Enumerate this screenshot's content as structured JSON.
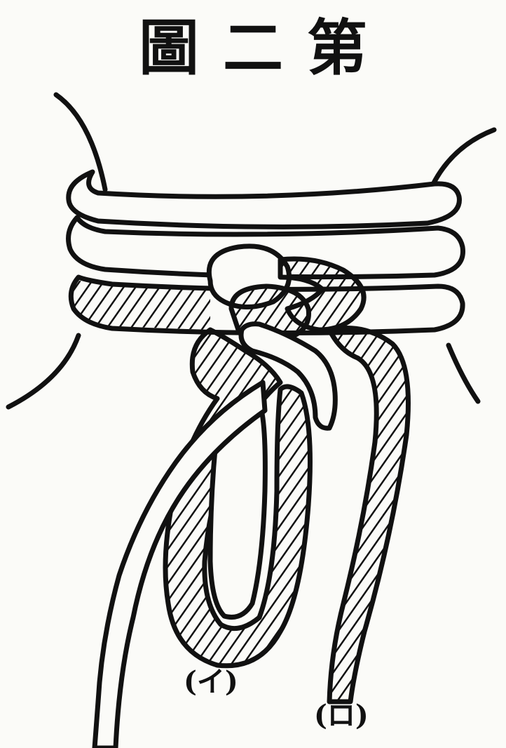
{
  "title": {
    "char_1": "圖",
    "char_2": "二",
    "char_3": "第"
  },
  "labels": {
    "end_i": "(イ)",
    "end_ro": "(ロ)"
  },
  "colors": {
    "ink": "#111111",
    "paper": "#fbfbf8"
  }
}
